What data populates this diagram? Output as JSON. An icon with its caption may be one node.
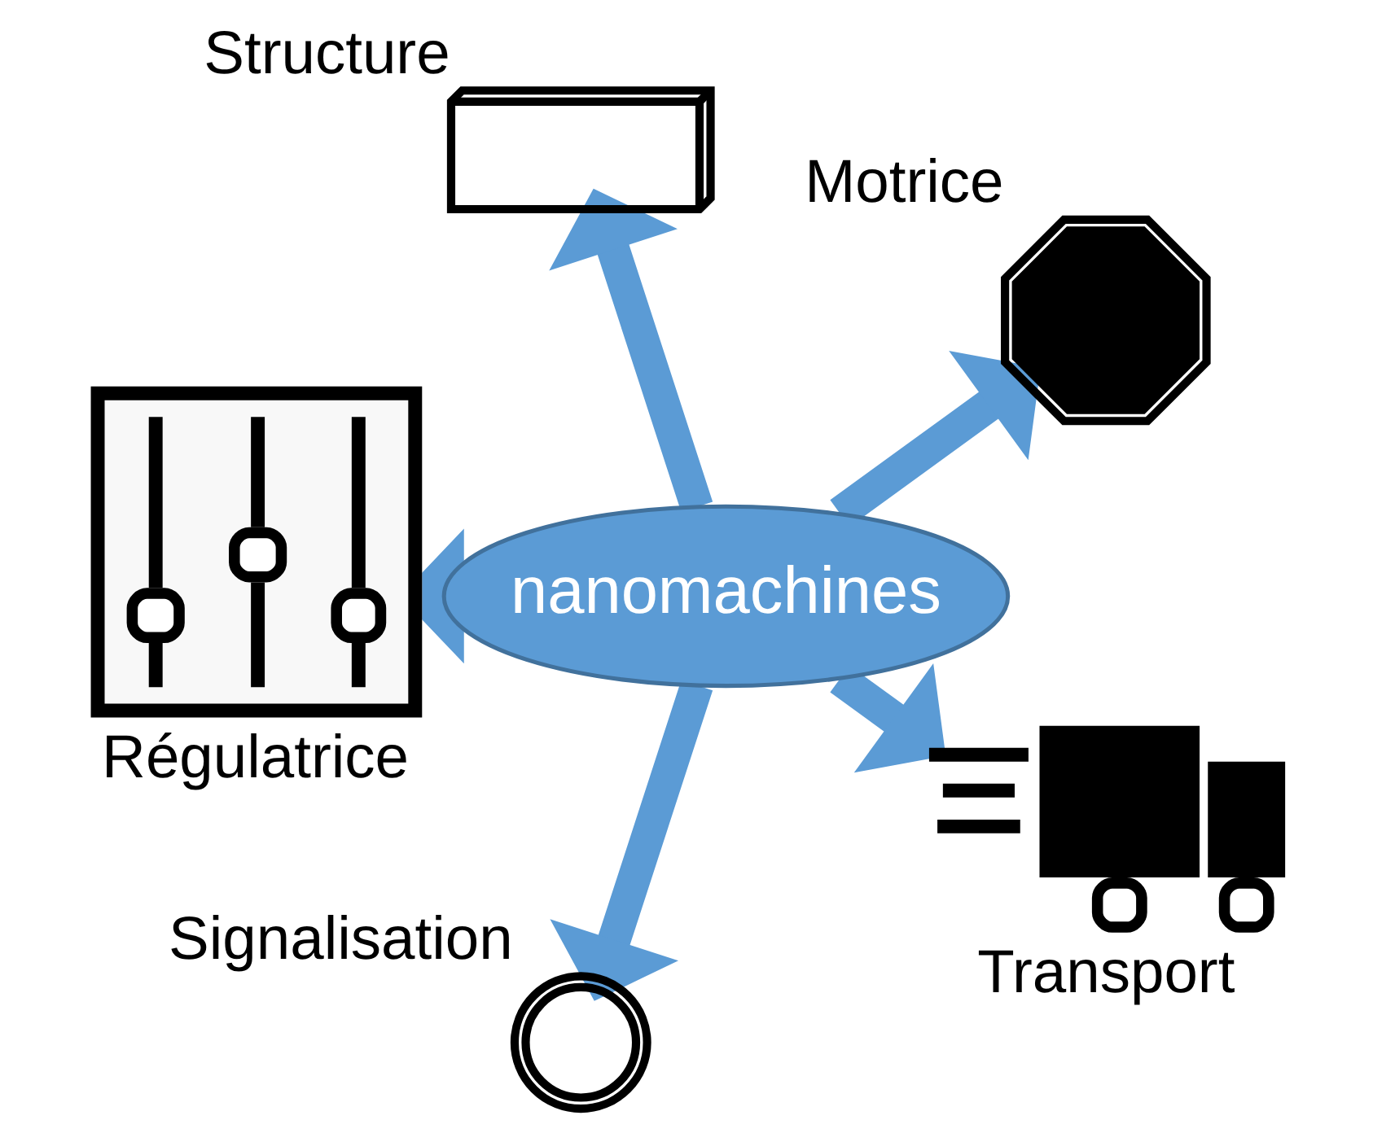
{
  "diagram": {
    "nodes": [
      {
        "text": [],
        "shape": "picture",
        "beside": [
          "Motrice"
        ]
      },
      {
        "text": [],
        "shape": "picture",
        "beside": [
          "Structure"
        ]
      },
      {
        "text": [
          "nanomachines"
        ]
      },
      {
        "text": [],
        "shape": "picture",
        "beside": [
          "Régulatrice"
        ]
      },
      {
        "text": [],
        "shape": "picture",
        "beside": [
          "Signalisation"
        ]
      },
      {
        "text": [],
        "shape": "picture",
        "beside": [
          "Transport"
        ]
      }
    ],
    "edges": [
      {
        "from": 2,
        "to": 0,
        "arrow": "to"
      },
      {
        "from": 2,
        "to": 1,
        "arrow": "to"
      },
      {
        "from": 2,
        "to": 3,
        "arrow": "to"
      },
      {
        "from": 2,
        "to": 4,
        "arrow": "to"
      },
      {
        "from": 2,
        "to": 5,
        "arrow": "to"
      }
    ]
  }
}
